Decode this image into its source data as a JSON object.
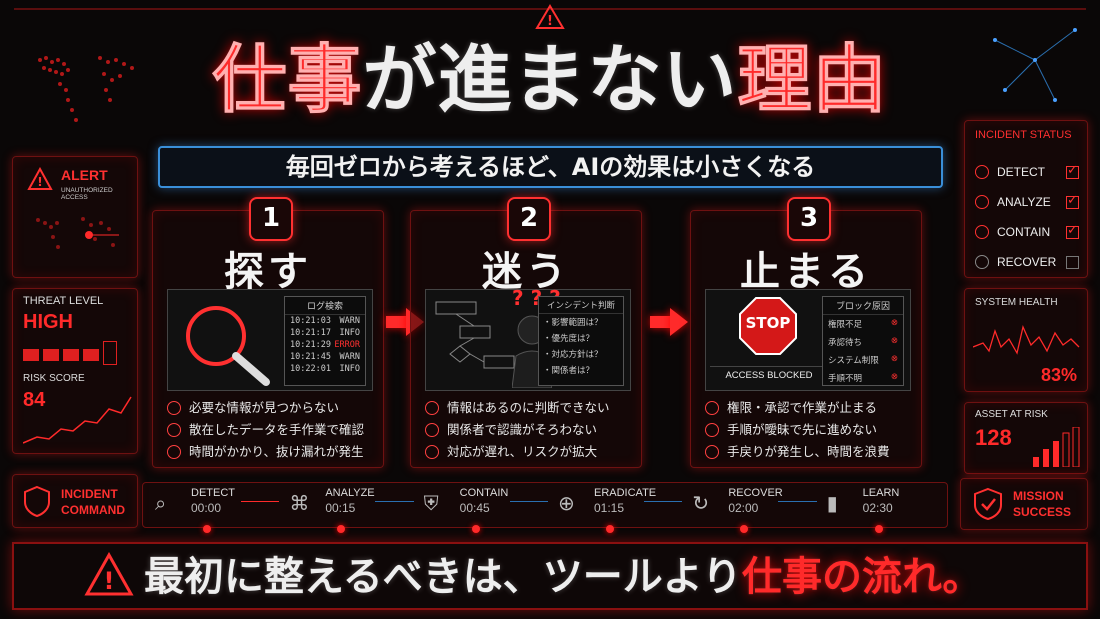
{
  "title": {
    "part1": "仕事",
    "part2": "が進まない",
    "part3": "理由"
  },
  "subtitle": "毎回ゼロから考えるほど、AIの効果は小さくなる",
  "alert": {
    "title": "ALERT",
    "sub": "UNAUTHORIZED ACCESS"
  },
  "threat": {
    "label": "THREAT LEVEL",
    "value": "HIGH",
    "risk_label": "RISK SCORE",
    "risk_value": "84"
  },
  "incident_command": {
    "line1": "INCIDENT",
    "line2": "COMMAND"
  },
  "incident_status": {
    "title": "INCIDENT STATUS",
    "items": [
      {
        "label": "DETECT",
        "checked": true
      },
      {
        "label": "ANALYZE",
        "checked": true
      },
      {
        "label": "CONTAIN",
        "checked": true
      },
      {
        "label": "RECOVER",
        "checked": false
      }
    ]
  },
  "system_health": {
    "label": "SYSTEM HEALTH",
    "value": "83%"
  },
  "asset_risk": {
    "label": "ASSET AT RISK",
    "value": "128"
  },
  "mission": {
    "line1": "MISSION",
    "line2": "SUCCESS"
  },
  "steps": [
    {
      "num": "1",
      "head": "探す",
      "panel_title": "ログ検索",
      "logs": [
        {
          "time": "10:21:03",
          "level": "WARN"
        },
        {
          "time": "10:21:17",
          "level": "INFO"
        },
        {
          "time": "10:21:29",
          "level": "ERROR"
        },
        {
          "time": "10:21:45",
          "level": "WARN"
        },
        {
          "time": "10:22:01",
          "level": "INFO"
        }
      ],
      "bullets": [
        "必要な情報が見つからない",
        "散在したデータを手作業で確認",
        "時間がかかり、抜け漏れが発生"
      ]
    },
    {
      "num": "2",
      "head": "迷う",
      "qmarks": "? ? ?",
      "panel_title": "インシデント判断",
      "items": [
        "・影響範囲は？",
        "・優先度は？",
        "・対応方針は？",
        "・関係者は？"
      ],
      "bullets": [
        "情報はあるのに判断できない",
        "関係者で認識がそろわない",
        "対応が遅れ、リスクが拡大"
      ]
    },
    {
      "num": "3",
      "head": "止まる",
      "stop": "STOP",
      "blocked": "ACCESS BLOCKED",
      "panel_title": "ブロック原因",
      "items": [
        "権限不足",
        "承認待ち",
        "システム制限",
        "手順不明"
      ],
      "bullets": [
        "権限・承認で作業が止まる",
        "手順が曖昧で先に進めない",
        "手戻りが発生し、時間を浪費"
      ]
    }
  ],
  "timeline": [
    {
      "label": "DETECT",
      "time": "00:00",
      "icon": "search-icon"
    },
    {
      "label": "ANALYZE",
      "time": "00:15",
      "icon": "network-icon"
    },
    {
      "label": "CONTAIN",
      "time": "00:45",
      "icon": "shield-icon"
    },
    {
      "label": "ERADICATE",
      "time": "01:15",
      "icon": "crosshair-icon"
    },
    {
      "label": "RECOVER",
      "time": "02:00",
      "icon": "refresh-icon"
    },
    {
      "label": "LEARN",
      "time": "02:30",
      "icon": "bar-chart-icon"
    }
  ],
  "footer": {
    "white": "最初に整えるべきは、ツールより",
    "red": "仕事の流れ。"
  },
  "colors": {
    "accent": "#ff2a2a",
    "blue": "#3a8fd9",
    "bg": "#0a0707"
  }
}
